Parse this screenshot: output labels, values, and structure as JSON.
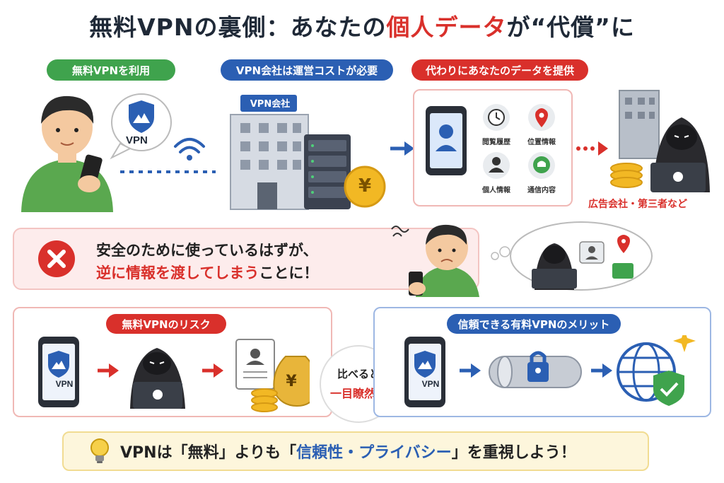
{
  "title": {
    "prefix": "無料VPNの裏側：あなたの",
    "highlight": "個人データ",
    "suffix": "が“代償”に"
  },
  "steps": {
    "step1": "無料VPNを利用",
    "step2": "VPN会社は運営コストが必要",
    "step3": "代わりにあなたのデータを提供"
  },
  "phone_badge": "VPN",
  "company_sign": "VPN会社",
  "yen_symbol": "¥",
  "data_items": [
    "閲覧履歴",
    "位置情報",
    "個人情報",
    "通信内容"
  ],
  "third_party": "広告会社・第三者など",
  "warning": {
    "line1": "安全のために使っているはずが、",
    "line2_highlight": "逆に情報を渡してしまう",
    "line2_suffix": "ことに！"
  },
  "risk_label": "無料VPNのリスク",
  "merit_label": "信頼できる有料VPNのメリット",
  "compare": {
    "line1": "比べると",
    "line2": "一目瞭然！"
  },
  "tip": {
    "prefix": "VPNは「無料」よりも「",
    "highlight": "信頼性・プライバシー",
    "suffix": "」を重視しよう！"
  },
  "colors": {
    "green": "#3fa34d",
    "blue": "#2b5fb3",
    "red": "#d9302b"
  }
}
